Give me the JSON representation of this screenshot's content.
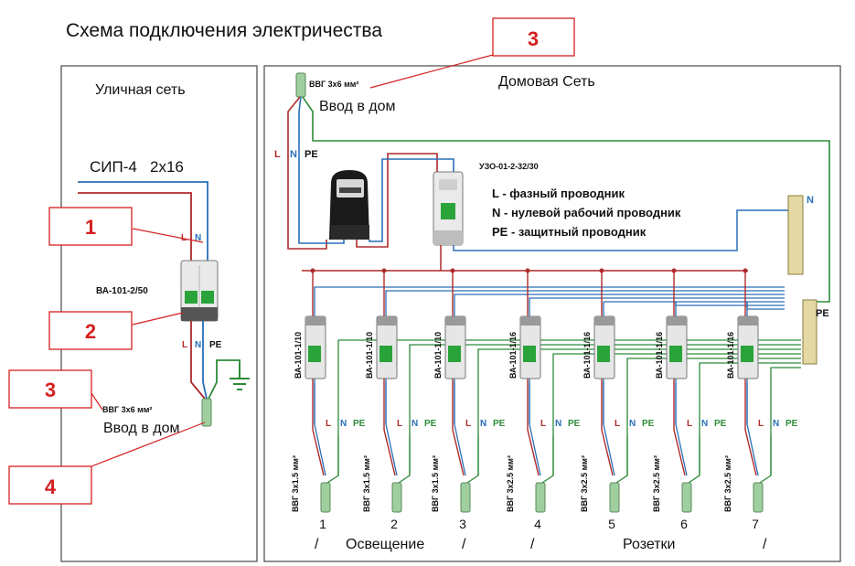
{
  "title": "Схема подключения электричества",
  "street": {
    "title": "Уличная сеть",
    "cable": "СИП-4   2х16",
    "breaker": "ВА-101-2/50",
    "input_cable": "ВВГ 3х6 мм²",
    "input_label": "Ввод в дом"
  },
  "house": {
    "title": "Домовая Сеть",
    "input_cable": "ВВГ 3х6 мм²",
    "input_label": "Ввод в дом",
    "rcd": "УЗО-01-2-32/30",
    "legend": [
      "L - фазный проводник",
      "N - нулевой рабочий проводник",
      "PE - защитный проводник"
    ],
    "bus_n": "N",
    "bus_pe": "PE",
    "group_lighting": "Освещение",
    "group_sockets": "Розетки",
    "slash": "/"
  },
  "wire_labels": {
    "l": "L",
    "n": "N",
    "pe": "PE"
  },
  "colors": {
    "phase": "#b02a2a",
    "neutral": "#2a6fb8",
    "earth": "#2e8b3a",
    "callout": "#d42020",
    "frame": "#555555"
  },
  "callouts": [
    {
      "num": "1"
    },
    {
      "num": "2"
    },
    {
      "num": "3"
    },
    {
      "num": "4"
    },
    {
      "num": "3"
    }
  ],
  "circuits": [
    {
      "num": "1",
      "breaker": "ВА-101-1/10",
      "cable": "ВВГ 3х1.5 мм²"
    },
    {
      "num": "2",
      "breaker": "ВА-101-1/10",
      "cable": "ВВГ 3х1.5 мм²"
    },
    {
      "num": "3",
      "breaker": "ВА-101-1/10",
      "cable": "ВВГ 3х1.5 мм²"
    },
    {
      "num": "4",
      "breaker": "ВА-101-1/16",
      "cable": "ВВГ 3х2.5 мм²"
    },
    {
      "num": "5",
      "breaker": "ВА-101-1/16",
      "cable": "ВВГ 3х2.5 мм²"
    },
    {
      "num": "6",
      "breaker": "ВА-101-1/16",
      "cable": "ВВГ 3х2.5 мм²"
    },
    {
      "num": "7",
      "breaker": "ВА-101-1/16",
      "cable": "ВВГ 3х2.5 мм²"
    }
  ]
}
